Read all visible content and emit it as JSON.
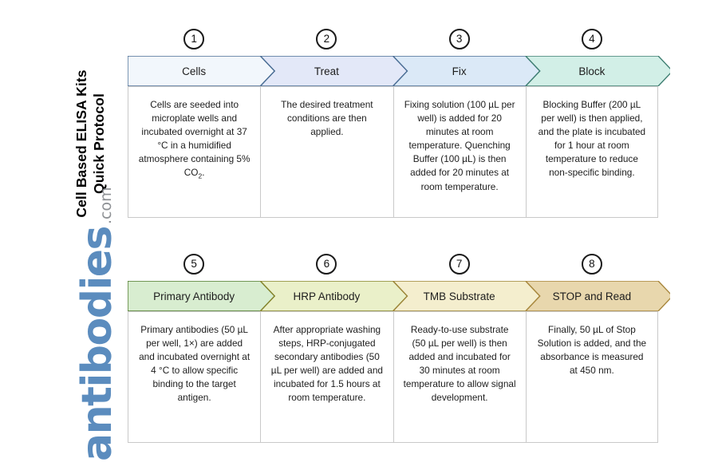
{
  "header": {
    "title_line1": "Cell Based ELISA Kits",
    "title_line2": "Quick Protocol",
    "logo_main": "antibodies",
    "logo_suffix": ".com"
  },
  "colors": {
    "logo_blue": "#5b8cbe",
    "logo_gray": "#8e9195",
    "row1_border": "#4a6d94",
    "row2_border": "#7a7524",
    "body_border": "#c9c9c9"
  },
  "rows": [
    {
      "id": "row-1",
      "steps": [
        {
          "number": "1",
          "label": "Cells",
          "fill": "#f2f7fc",
          "stroke": "#4a6d94",
          "body": "Cells are seeded into microplate wells and incubated overnight at 37 °C in a humidified atmosphere containing 5% CO",
          "body_sub": "2",
          "body_tail": "."
        },
        {
          "number": "2",
          "label": "Treat",
          "fill": "#e3e8f8",
          "stroke": "#4a6d94",
          "body": "The desired treatment conditions are then applied."
        },
        {
          "number": "3",
          "label": "Fix",
          "fill": "#dbe9f7",
          "stroke": "#4a6d94",
          "body": "Fixing solution (100 µL per well) is added for 20 minutes at room temperature. Quenching Buffer (100 µL) is then added for 20 minutes at room temperature."
        },
        {
          "number": "4",
          "label": "Block",
          "fill": "#d2efe7",
          "stroke": "#3f7f72",
          "body": "Blocking Buffer (200 µL per well) is then applied, and the plate is incubated for 1 hour at room temperature to reduce non-specific binding."
        }
      ]
    },
    {
      "id": "row-2",
      "steps": [
        {
          "number": "5",
          "label": "Primary Antibody",
          "fill": "#d8edd0",
          "stroke": "#4f7a2a",
          "body": "Primary antibodies (50 µL per well, 1×) are added and incubated overnight at 4 °C to allow specific binding to the target antigen."
        },
        {
          "number": "6",
          "label": "HRP Antibody",
          "fill": "#eaf0c9",
          "stroke": "#86842b",
          "body": "After appropriate washing steps, HRP-conjugated secondary antibodies (50 µL per well) are added and incubated for 1.5 hours at room temperature."
        },
        {
          "number": "7",
          "label": "TMB Substrate",
          "fill": "#f4eece",
          "stroke": "#9b8436",
          "body": "Ready-to-use substrate (50 µL per well) is then added and incubated for 30 minutes at room temperature to allow signal development."
        },
        {
          "number": "8",
          "label": "STOP and Read",
          "fill": "#e8d7ad",
          "stroke": "#a8873d",
          "body": "Finally, 50 µL of Stop Solution is added, and the absorbance is measured at 450 nm."
        }
      ]
    }
  ]
}
